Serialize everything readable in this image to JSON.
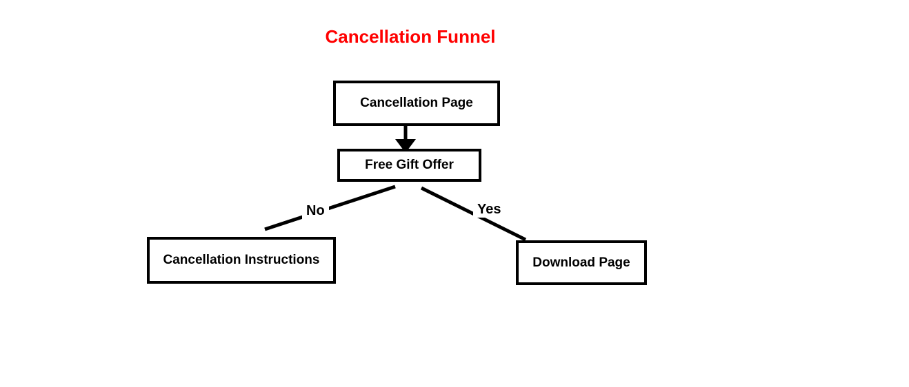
{
  "diagram": {
    "title": "Cancellation Funnel",
    "colors": {
      "title": "#ff0000",
      "node_border": "#000000",
      "node_text": "#000000",
      "edge": "#000000",
      "background": "#ffffff"
    },
    "nodes": [
      {
        "id": "cancellation-page",
        "label": "Cancellation Page"
      },
      {
        "id": "free-gift-offer",
        "label": "Free Gift Offer"
      },
      {
        "id": "cancellation-instructions",
        "label": "Cancellation Instructions"
      },
      {
        "id": "download-page",
        "label": "Download Page"
      }
    ],
    "edges": [
      {
        "from": "cancellation-page",
        "to": "free-gift-offer",
        "label": "",
        "type": "arrow"
      },
      {
        "from": "free-gift-offer",
        "to": "cancellation-instructions",
        "label": "No",
        "type": "line"
      },
      {
        "from": "free-gift-offer",
        "to": "download-page",
        "label": "Yes",
        "type": "line"
      }
    ]
  }
}
